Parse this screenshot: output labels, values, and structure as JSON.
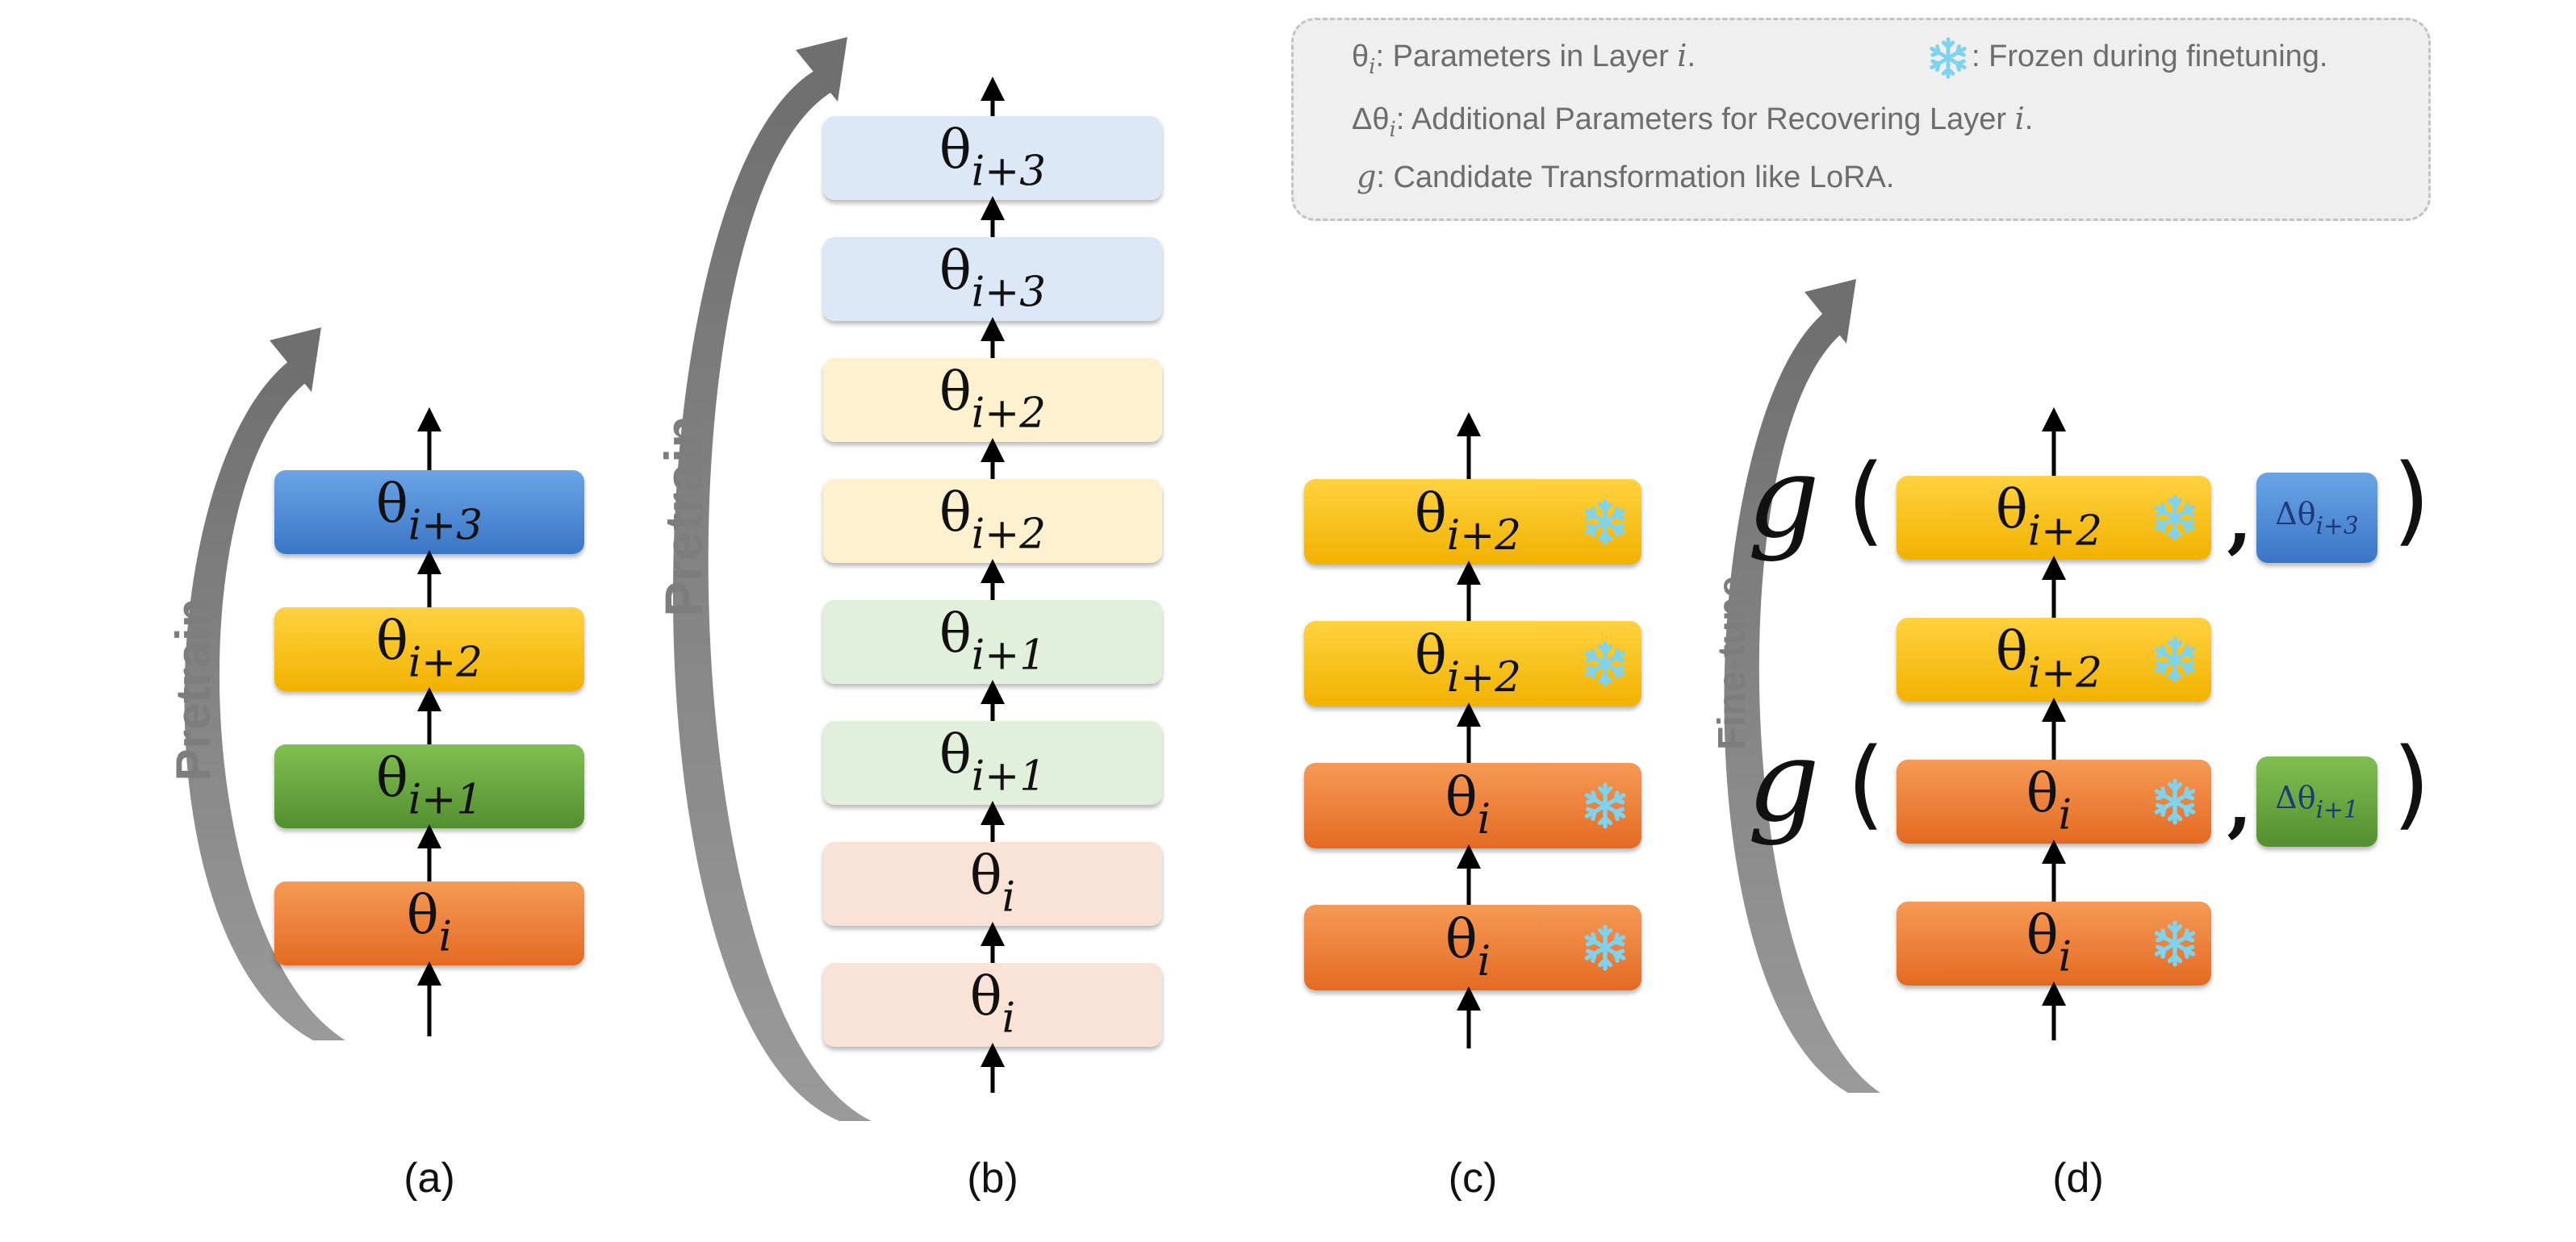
{
  "legend": {
    "line1": {
      "symbol": "θ",
      "subscript": "i",
      "text": ": Parameters in Layer ",
      "var": "i",
      "end": "."
    },
    "line2": {
      "symbol": "Δθ",
      "subscript": "i",
      "text": ": Additional Parameters for Recovering Layer ",
      "var": "i",
      "end": "."
    },
    "line3": {
      "symbol": "g",
      "text": ": Candidate Transformation like LoRA."
    },
    "frozen": {
      "text": ": Frozen during finetuning.",
      "icon": "snowflake-icon"
    }
  },
  "colors": {
    "orange": "#e9702b",
    "green": "#5e9e36",
    "yellow": "#f7bd02",
    "blue": "#3f7fcf",
    "pale_orange": "#f9e3d6",
    "pale_green": "#e2efdb",
    "pale_yellow": "#fdf1d0",
    "pale_blue": "#dce8f5",
    "arrow_gray": "#8a8a8a",
    "legend_text": "#6d6d6d",
    "snowflake": "#7fd3ef",
    "delta_text": "#1f3a7a"
  },
  "panels": [
    {
      "caption": "(a)",
      "curve_label": "Pretrain",
      "blocks": [
        {
          "symbol": "θ",
          "subscript": "i+3",
          "color": "blue"
        },
        {
          "symbol": "θ",
          "subscript": "i+2",
          "color": "yellow"
        },
        {
          "symbol": "θ",
          "subscript": "i+1",
          "color": "green"
        },
        {
          "symbol": "θ",
          "subscript": "i",
          "color": "orange"
        }
      ]
    },
    {
      "caption": "(b)",
      "curve_label": "Pretrain",
      "blocks": [
        {
          "symbol": "θ",
          "subscript": "i+3",
          "color": "pale_blue"
        },
        {
          "symbol": "θ",
          "subscript": "i+3",
          "color": "pale_blue"
        },
        {
          "symbol": "θ",
          "subscript": "i+2",
          "color": "pale_yellow"
        },
        {
          "symbol": "θ",
          "subscript": "i+2",
          "color": "pale_yellow"
        },
        {
          "symbol": "θ",
          "subscript": "i+1",
          "color": "pale_green"
        },
        {
          "symbol": "θ",
          "subscript": "i+1",
          "color": "pale_green"
        },
        {
          "symbol": "θ",
          "subscript": "i",
          "color": "pale_orange"
        },
        {
          "symbol": "θ",
          "subscript": "i",
          "color": "pale_orange"
        }
      ]
    },
    {
      "caption": "(c)",
      "blocks": [
        {
          "symbol": "θ",
          "subscript": "i+2",
          "color": "yellow",
          "frozen": true
        },
        {
          "symbol": "θ",
          "subscript": "i+2",
          "color": "yellow",
          "frozen": true
        },
        {
          "symbol": "θ",
          "subscript": "i",
          "color": "orange",
          "frozen": true
        },
        {
          "symbol": "θ",
          "subscript": "i",
          "color": "orange",
          "frozen": true
        }
      ]
    },
    {
      "caption": "(d)",
      "curve_label": "Fine-tune",
      "transform_symbol": "g",
      "open_paren": "(",
      "close_paren": ")",
      "comma": ",",
      "blocks": [
        {
          "symbol": "θ",
          "subscript": "i+2",
          "color": "yellow",
          "frozen": true,
          "delta": {
            "symbol": "Δθ",
            "subscript": "i+3",
            "color": "blue"
          }
        },
        {
          "symbol": "θ",
          "subscript": "i+2",
          "color": "yellow",
          "frozen": true
        },
        {
          "symbol": "θ",
          "subscript": "i",
          "color": "orange",
          "frozen": true,
          "delta": {
            "symbol": "Δθ",
            "subscript": "i+1",
            "color": "green"
          }
        },
        {
          "symbol": "θ",
          "subscript": "i",
          "color": "orange",
          "frozen": true
        }
      ]
    }
  ]
}
